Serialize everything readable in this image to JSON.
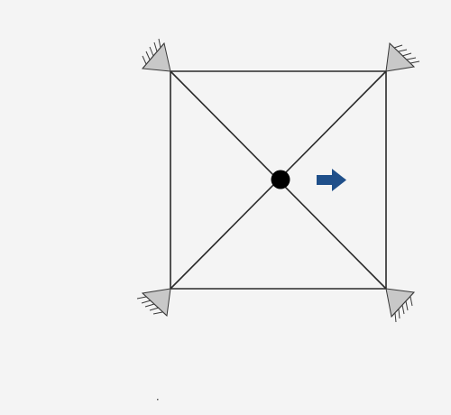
{
  "diagram": {
    "colors": {
      "background": "#f4f4f4",
      "member_stroke": "#2a2a2a",
      "support_fill": "#c8c8c8",
      "support_stroke": "#3a3a3a",
      "node_fill": "#000000",
      "load_arrow": "#1f4f8a"
    },
    "supports": [
      {
        "corner": "top-left",
        "icon": "pin-support-icon"
      },
      {
        "corner": "top-right",
        "icon": "pin-support-icon"
      },
      {
        "corner": "bottom-left",
        "icon": "pin-support-icon"
      },
      {
        "corner": "bottom-right",
        "icon": "pin-support-icon"
      }
    ],
    "center_node": {
      "icon": "node-icon"
    },
    "load": {
      "icon": "right-arrow-icon",
      "direction": "right"
    },
    "members": [
      "top",
      "bottom",
      "left",
      "right",
      "diagonal-tl-br",
      "diagonal-tr-bl"
    ]
  }
}
